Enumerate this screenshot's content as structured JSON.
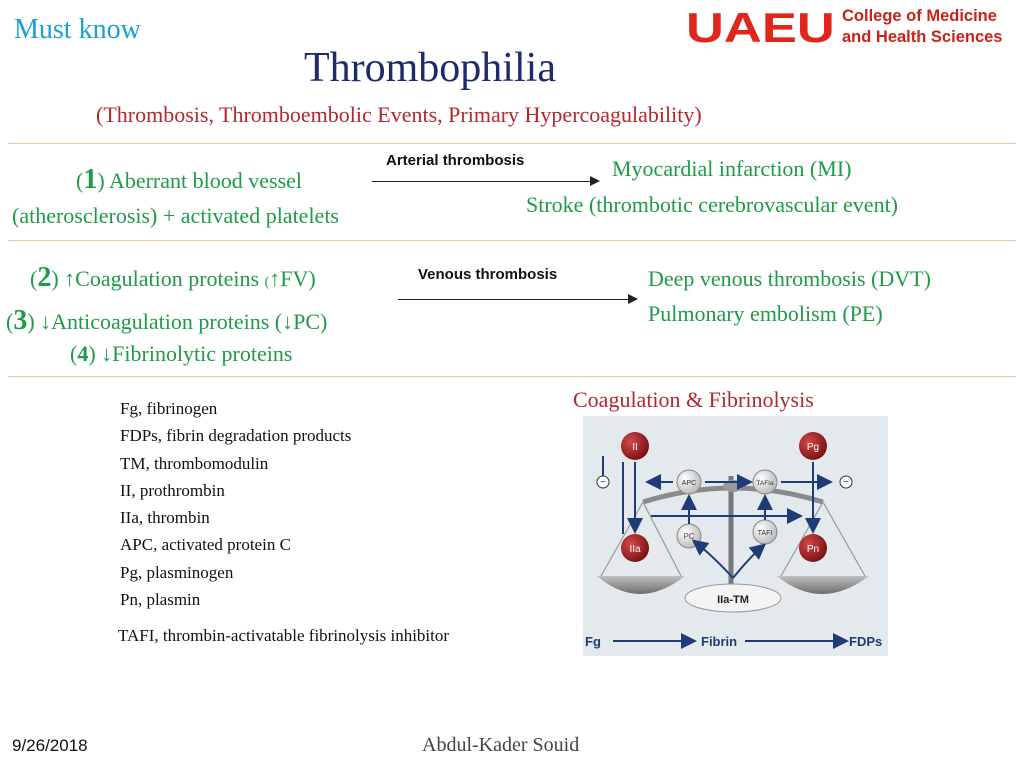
{
  "header": {
    "tag": "Must know",
    "title": "Thrombophilia",
    "subtitle": "(Thrombosis, Thromboembolic Events, Primary Hypercoagulability)"
  },
  "logo": {
    "mark": "UAEU",
    "line1": "College of Medicine",
    "line2": "and Health Sciences"
  },
  "arterial": {
    "num_open": "(",
    "num": "1",
    "num_close": ")",
    "cause_line1": " Aberrant blood vessel",
    "cause_line2": "(atherosclerosis) + activated platelets",
    "arrow_label": "Arterial thrombosis",
    "outcome1": "Myocardial infarction (MI)",
    "outcome2": "Stroke (thrombotic cerebrovascular event)"
  },
  "venous": {
    "cause2_open": "(",
    "cause2_num": "2",
    "cause2_close": ")",
    "cause2_text": " ↑Coagulation proteins ",
    "cause2_small": "(",
    "cause2_tail": "↑FV)",
    "cause3_open": "(",
    "cause3_num": "3",
    "cause3_close": ")",
    "cause3_text": " ↓Anticoagulation proteins (↓PC)",
    "cause4_open": "(",
    "cause4_num": "4",
    "cause4_close": ")",
    "cause4_text": " ↓Fibrinolytic proteins",
    "arrow_label": "Venous thrombosis",
    "outcome1": "Deep venous thrombosis (DVT)",
    "outcome2": "Pulmonary embolism (PE)"
  },
  "abbreviations": [
    "Fg, fibrinogen",
    "FDPs, fibrin degradation products",
    "TM, thrombomodulin",
    "II, prothrombin",
    "IIa, thrombin",
    "APC, activated protein C",
    "Pg, plasminogen",
    "Pn, plasmin"
  ],
  "tafi_note": "TAFI, thrombin-activatable fibrinolysis inhibitor",
  "diagram": {
    "title": "Coagulation & Fibrinolysis",
    "ii": "II",
    "pg": "Pg",
    "iia": "IIa",
    "pn": "Pn",
    "apc": "APC",
    "tafia": "TAFIa",
    "pc": "PC",
    "tafi": "TAFI",
    "iiatm": "IIa-TM",
    "fg": "Fg",
    "fibrin": "Fibrin",
    "fdps": "FDPs",
    "minus": "−",
    "colors": {
      "red_ball": "#9e1b1b",
      "grey_ball": "#d8d8d8",
      "arrow_blue": "#1f3c78"
    }
  },
  "footer": {
    "date": "9/26/2018",
    "author": "Abdul-Kader Souid"
  }
}
